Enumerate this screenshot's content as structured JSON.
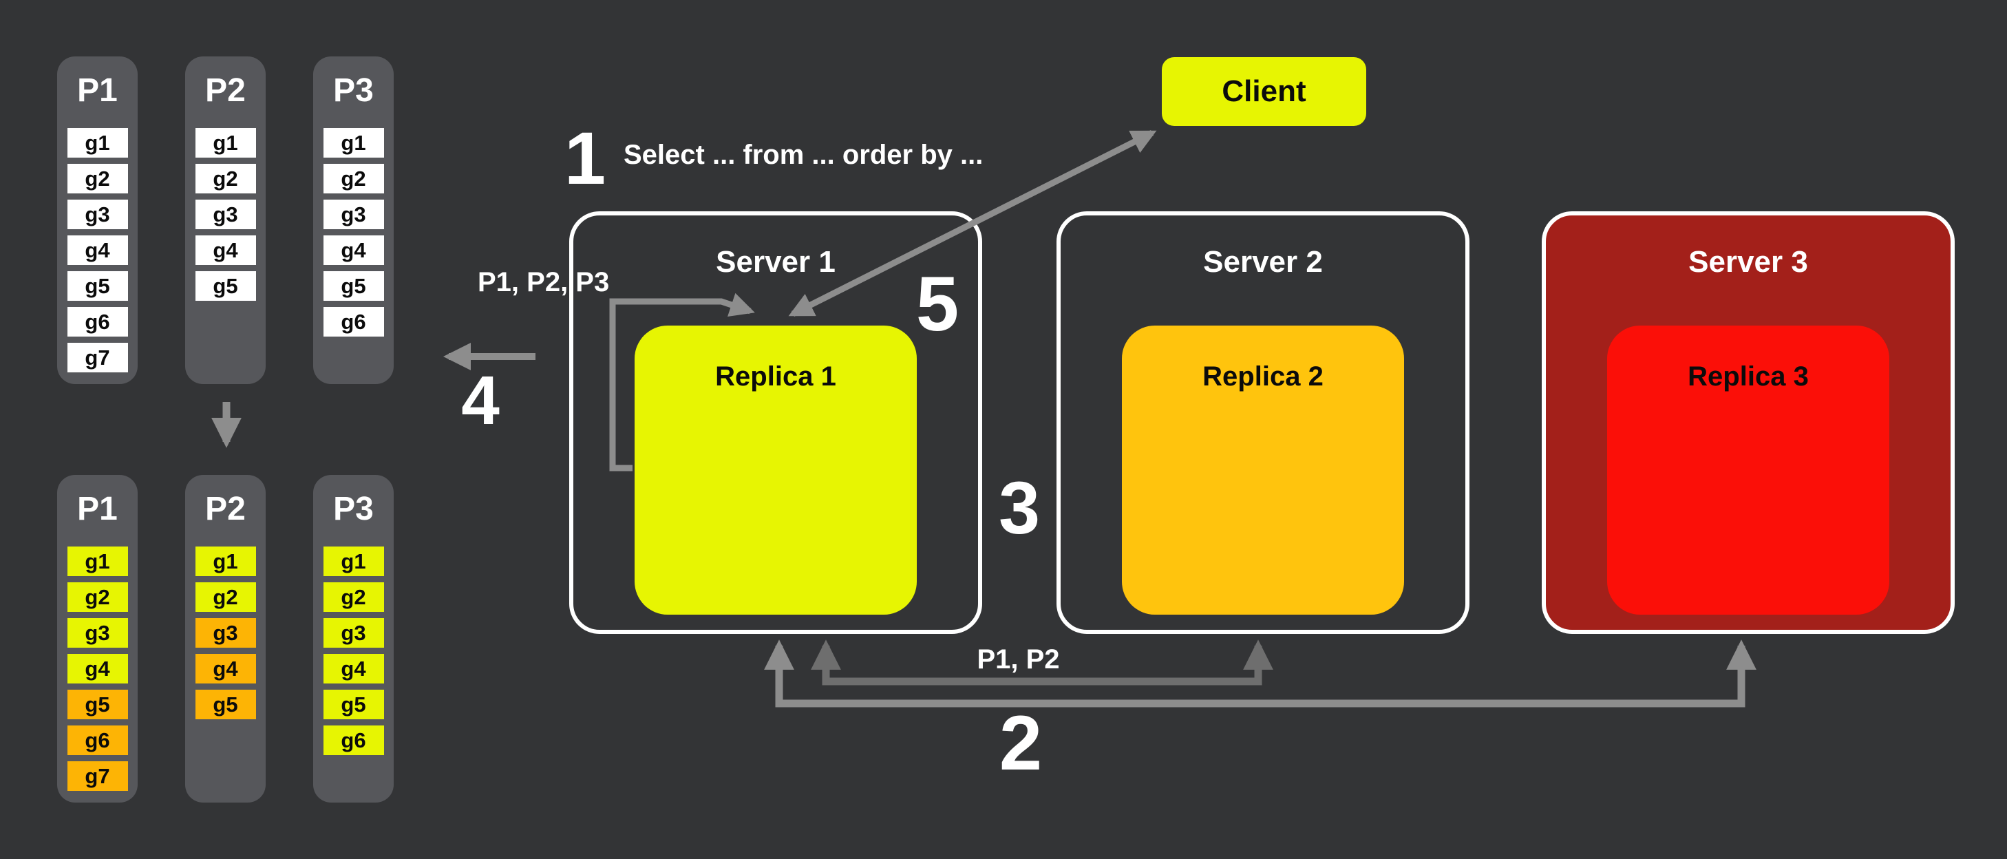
{
  "colors": {
    "bg": "#333436",
    "panel": "#56575b",
    "item_white": "#ffffff",
    "yellow": "#e7f502",
    "orange": "#fdb405",
    "replica2_orange": "#ffc40d",
    "server3_red": "#a3201a",
    "replica3_red": "#fb0f08",
    "arrow_light": "#8d8d8d",
    "arrow_dark": "#6e6e6e"
  },
  "partition_groups": {
    "before": {
      "columns": [
        {
          "label": "P1",
          "items": [
            {
              "label": "g1",
              "color": "white"
            },
            {
              "label": "g2",
              "color": "white"
            },
            {
              "label": "g3",
              "color": "white"
            },
            {
              "label": "g4",
              "color": "white"
            },
            {
              "label": "g5",
              "color": "white"
            },
            {
              "label": "g6",
              "color": "white"
            },
            {
              "label": "g7",
              "color": "white"
            }
          ]
        },
        {
          "label": "P2",
          "items": [
            {
              "label": "g1",
              "color": "white"
            },
            {
              "label": "g2",
              "color": "white"
            },
            {
              "label": "g3",
              "color": "white"
            },
            {
              "label": "g4",
              "color": "white"
            },
            {
              "label": "g5",
              "color": "white"
            }
          ]
        },
        {
          "label": "P3",
          "items": [
            {
              "label": "g1",
              "color": "white"
            },
            {
              "label": "g2",
              "color": "white"
            },
            {
              "label": "g3",
              "color": "white"
            },
            {
              "label": "g4",
              "color": "white"
            },
            {
              "label": "g5",
              "color": "white"
            },
            {
              "label": "g6",
              "color": "white"
            }
          ]
        }
      ]
    },
    "after": {
      "columns": [
        {
          "label": "P1",
          "items": [
            {
              "label": "g1",
              "color": "yellow"
            },
            {
              "label": "g2",
              "color": "yellow"
            },
            {
              "label": "g3",
              "color": "yellow"
            },
            {
              "label": "g4",
              "color": "yellow"
            },
            {
              "label": "g5",
              "color": "orange"
            },
            {
              "label": "g6",
              "color": "orange"
            },
            {
              "label": "g7",
              "color": "orange"
            }
          ]
        },
        {
          "label": "P2",
          "items": [
            {
              "label": "g1",
              "color": "yellow"
            },
            {
              "label": "g2",
              "color": "yellow"
            },
            {
              "label": "g3",
              "color": "orange"
            },
            {
              "label": "g4",
              "color": "orange"
            },
            {
              "label": "g5",
              "color": "orange"
            }
          ]
        },
        {
          "label": "P3",
          "items": [
            {
              "label": "g1",
              "color": "yellow"
            },
            {
              "label": "g2",
              "color": "yellow"
            },
            {
              "label": "g3",
              "color": "yellow"
            },
            {
              "label": "g4",
              "color": "yellow"
            },
            {
              "label": "g5",
              "color": "yellow"
            },
            {
              "label": "g6",
              "color": "yellow"
            }
          ]
        }
      ]
    }
  },
  "client": {
    "label": "Client"
  },
  "servers": [
    {
      "label": "Server 1",
      "replica_label": "Replica 1"
    },
    {
      "label": "Server 2",
      "replica_label": "Replica 2"
    },
    {
      "label": "Server 3",
      "replica_label": "Replica 3"
    }
  ],
  "steps": {
    "one": {
      "number": "1",
      "query": "Select ... from ... order by ..."
    },
    "two": {
      "number": "2",
      "label": "P1, P2"
    },
    "three": {
      "number": "3"
    },
    "four": {
      "number": "4"
    },
    "five": {
      "number": "5"
    }
  },
  "routing_label": "P1, P2, P3",
  "arrows": {
    "client_query": "bidirectional-diagonal-arrow-client-replica1",
    "replica1_loopback": "loopback-arrow-replica1",
    "step4_return": "left-arrow-to-partitions",
    "partition_update": "down-arrow-partitions-before-to-after",
    "fetch_inner": "bracket-arrow-server1-server2",
    "fetch_outer": "bracket-arrow-server1-server3"
  }
}
